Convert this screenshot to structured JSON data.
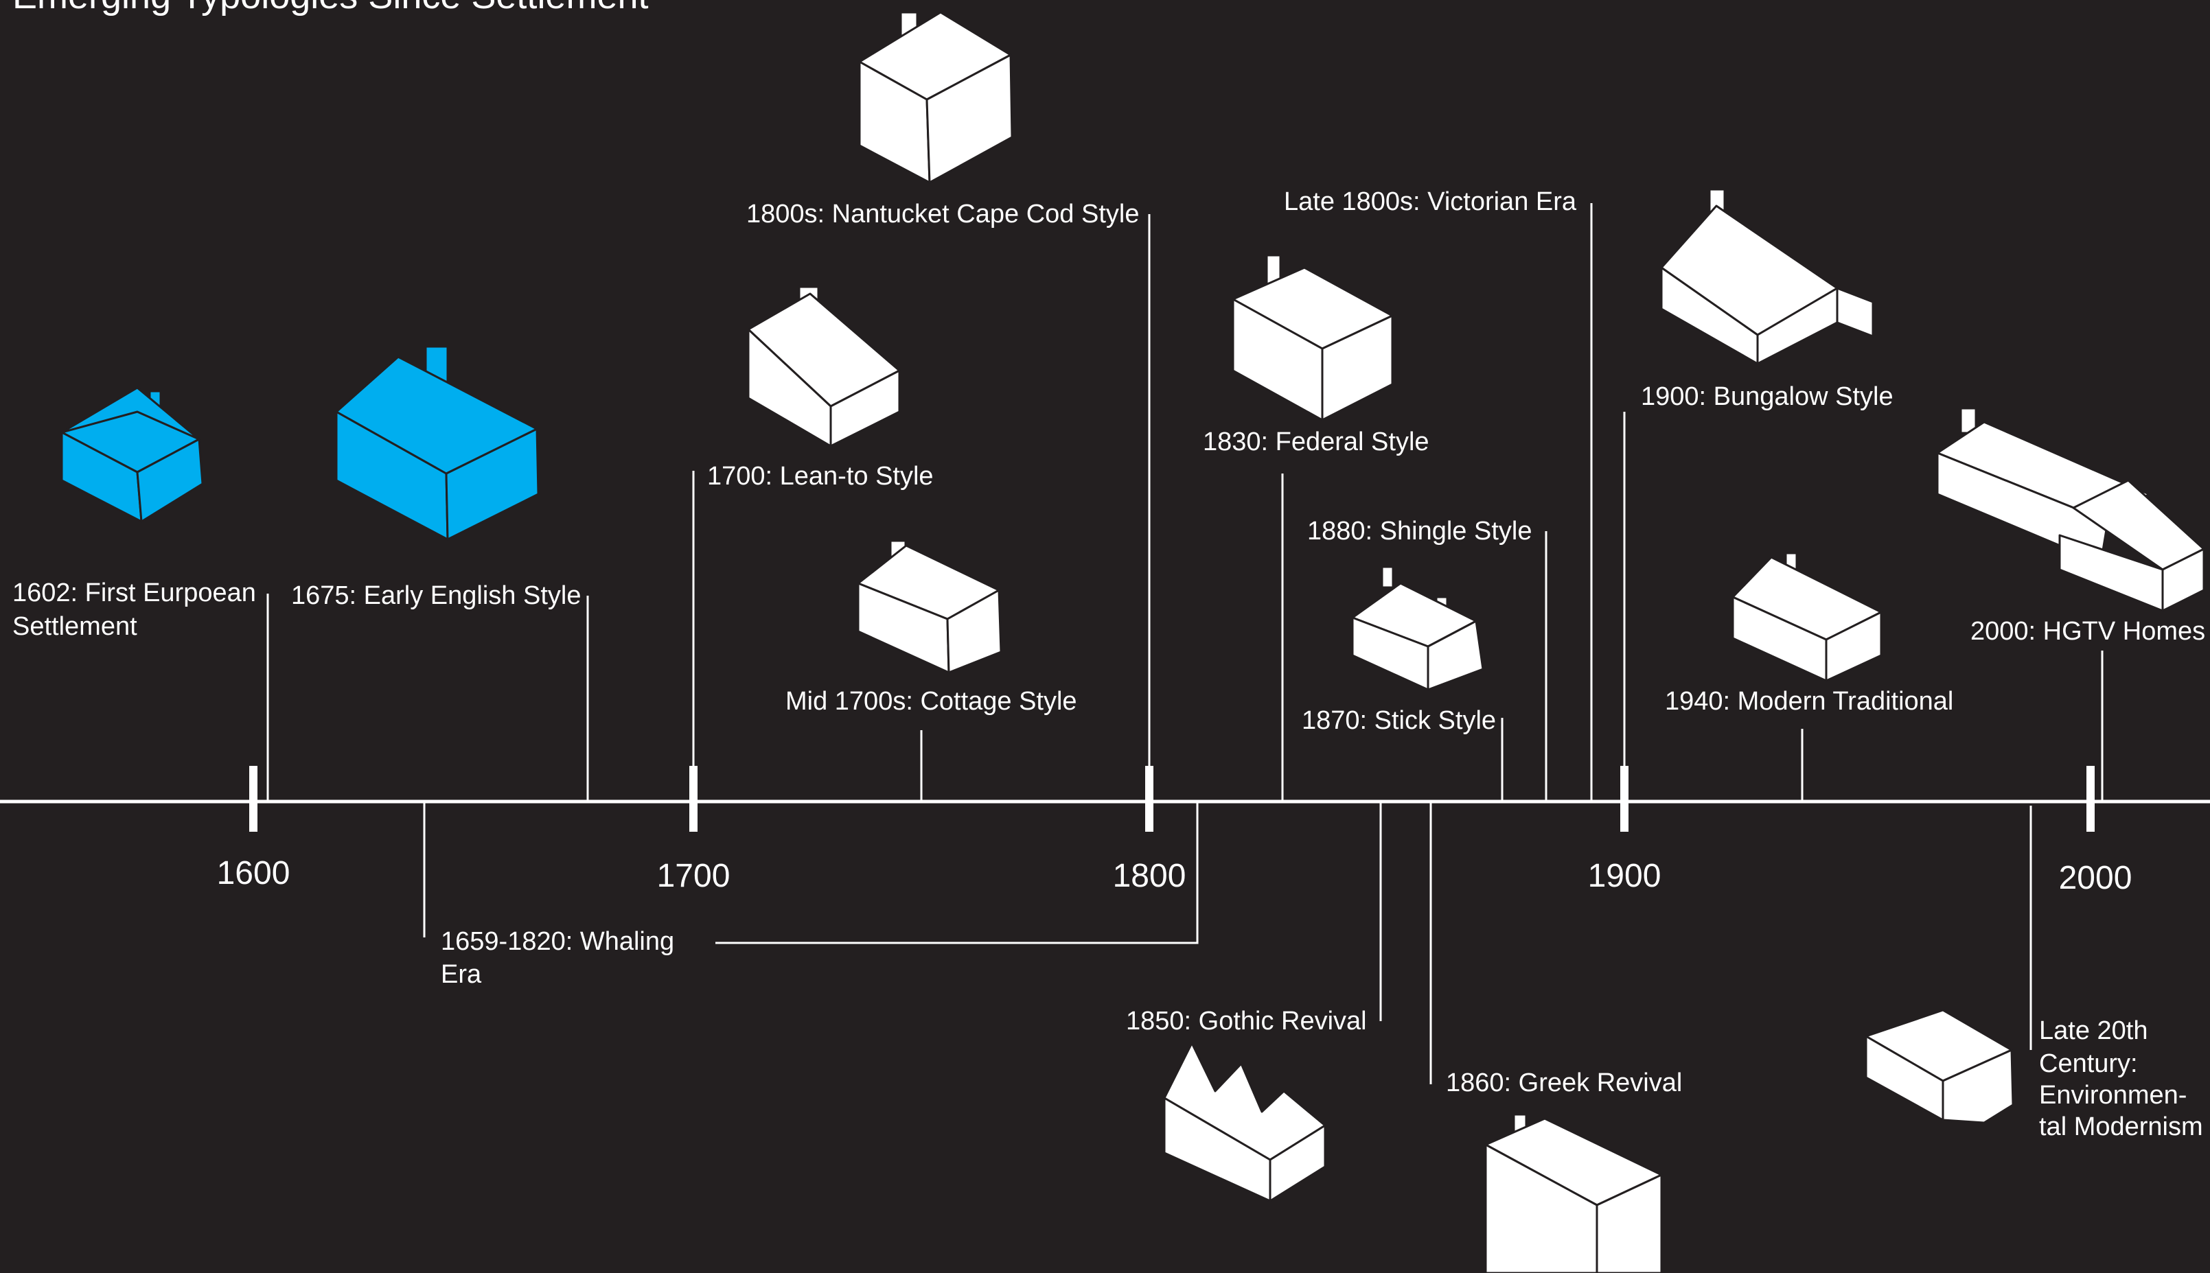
{
  "title": "Emerging Typologies Since Settlement",
  "axis_years": [
    "1600",
    "1700",
    "1800",
    "1900",
    "2000"
  ],
  "labels": {
    "first_settlement_1": "1602: First Eurpoean",
    "first_settlement_2": "Settlement",
    "early_english": "1675: Early English Style",
    "lean_to": "1700: Lean-to Style",
    "cottage": "Mid 1700s: Cottage Style",
    "cape_cod": "1800s: Nantucket Cape Cod Style",
    "federal": "1830: Federal Style",
    "victorian": "Late 1800s: Victorian Era",
    "shingle": "1880: Shingle Style",
    "stick": "1870: Stick Style",
    "bungalow": "1900: Bungalow Style",
    "modern_traditional": "1940: Modern Traditional",
    "hgtv": "2000: HGTV Homes",
    "whaling_1": "1659-1820: Whaling",
    "whaling_2": "Era",
    "gothic": "1850: Gothic Revival",
    "greek": "1860: Greek Revival",
    "env_1": "Late 20th",
    "env_2": "Century:",
    "env_3": "Environmen-",
    "env_4": "tal Modernism"
  },
  "colors": {
    "background": "#231f20",
    "foreground": "#ffffff",
    "accent": "#00aeef"
  },
  "icons": {
    "first_settlement": "house-icon",
    "early_english": "house-icon",
    "lean_to": "saltbox-house-icon",
    "cottage": "cottage-icon",
    "cape_cod": "cape-cod-house-icon",
    "federal": "federal-house-icon",
    "stick": "stick-style-house-icon",
    "bungalow": "bungalow-icon",
    "modern_traditional": "modern-traditional-house-icon",
    "hgtv": "hgtv-home-icon",
    "gothic": "gothic-revival-house-icon",
    "greek": "greek-revival-house-icon",
    "environmental": "modernist-house-icon"
  }
}
